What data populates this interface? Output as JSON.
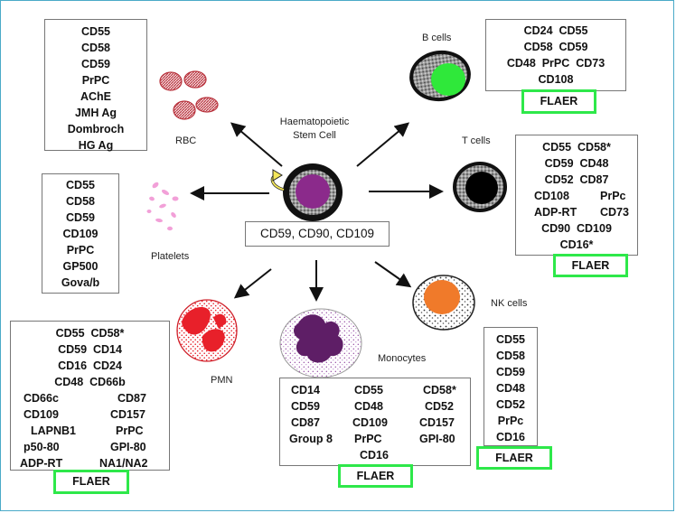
{
  "stem_cell": {
    "label_line1": "Haematopoietic",
    "label_line2": "Stem Cell",
    "markers": "CD59, CD90, CD109"
  },
  "rbc": {
    "label": "RBC",
    "markers": [
      "CD55",
      "CD58",
      "CD59",
      "PrPC",
      "AChE",
      "JMH Ag",
      "Dombroch",
      "HG Ag"
    ]
  },
  "platelets": {
    "label": "Platelets",
    "markers": [
      "CD55",
      "CD58",
      "CD59",
      "CD109",
      "PrPC",
      "GP500",
      "Gova/b"
    ]
  },
  "b_cells": {
    "label": "B cells",
    "markers": [
      "CD24  CD55",
      "CD58  CD59",
      "CD48  PrPC  CD73",
      "CD108"
    ],
    "flaer": "FLAER"
  },
  "t_cells": {
    "label": "T cells",
    "markers": [
      "CD55  CD58*",
      "CD59  CD48",
      "CD52  CD87"
    ],
    "markers_grid": [
      [
        "CD108",
        "PrPc"
      ],
      [
        "ADP-RT",
        "CD73"
      ]
    ],
    "markers_tail": [
      "CD90  CD109",
      "CD16*"
    ],
    "flaer": "FLAER"
  },
  "pmn": {
    "label": "PMN",
    "markers_top": [
      "CD55  CD58*",
      "CD59  CD14",
      "CD16  CD24",
      "CD48  CD66b"
    ],
    "markers_grid": [
      [
        "CD66c",
        "CD87"
      ],
      [
        "CD109",
        "CD157"
      ],
      [
        "LAPNB1",
        "PrPC"
      ],
      [
        "p50-80",
        "GPI-80"
      ],
      [
        "ADP-RT",
        "NA1/NA2"
      ]
    ],
    "flaer": "FLAER"
  },
  "monocytes": {
    "label": "Monocytes",
    "col1": [
      "CD14",
      "CD59",
      "CD87",
      "Group 8"
    ],
    "col2": [
      "CD55",
      "CD48",
      "CD109",
      "PrPC",
      "CD16"
    ],
    "col3": [
      "CD58*",
      "CD52",
      "CD157",
      "GPI-80"
    ],
    "flaer": "FLAER"
  },
  "nk_cells": {
    "label": "NK cells",
    "markers": [
      "CD55",
      "CD58",
      "CD59",
      "CD48",
      "CD52",
      "PrPc",
      "CD16"
    ],
    "flaer": "FLAER"
  },
  "colors": {
    "flaer_border": "#2ee84a",
    "frame_border": "#4aaac8",
    "stem_cell_fill": "#8b2a8b",
    "b_cell_nucleus": "#2fe83a",
    "nk_nucleus": "#f07a2a",
    "rbc": "#b8323c",
    "platelets": "#f2a0d8",
    "pmn": "#e8202a",
    "monocyte": "#5e1e66"
  }
}
